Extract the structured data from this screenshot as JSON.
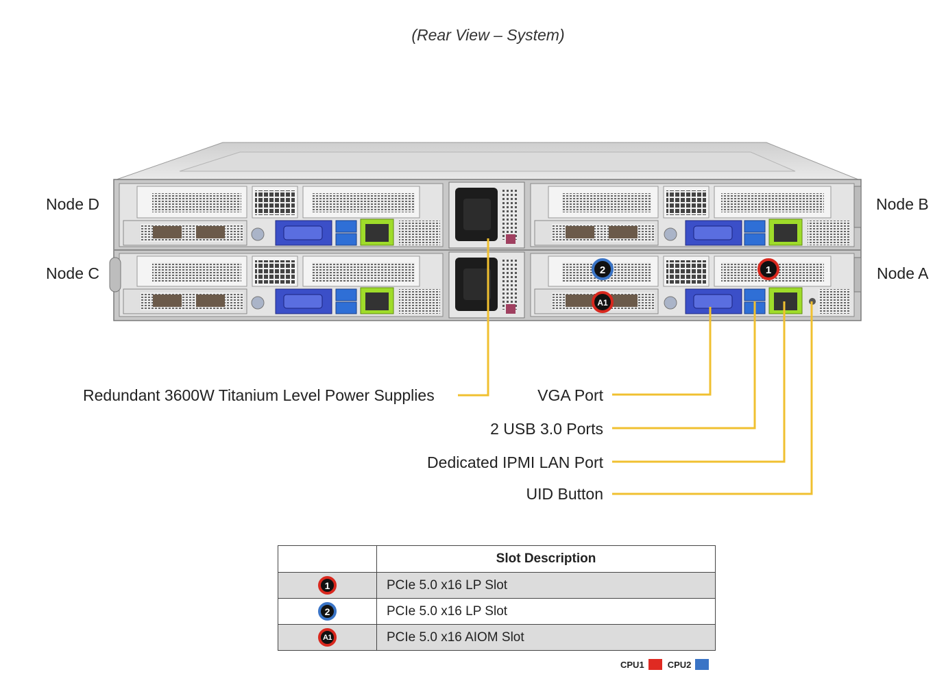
{
  "view_title": "(Rear View – System)",
  "nodes": {
    "d": "Node D",
    "b": "Node B",
    "c": "Node C",
    "a": "Node A"
  },
  "callouts": {
    "power": "Redundant 3600W Titanium Level Power Supplies",
    "vga": "VGA Port",
    "usb": "2 USB 3.0 Ports",
    "ipmi": "Dedicated IPMI LAN Port",
    "uid": "UID Button"
  },
  "slot_markers": {
    "slot1": "1",
    "slot2": "2",
    "aiom": "A1"
  },
  "slot_table": {
    "header": "Slot Description",
    "rows": [
      {
        "badge": "1",
        "cpu": "CPU1",
        "description": "PCIe 5.0 x16 LP Slot"
      },
      {
        "badge": "2",
        "cpu": "CPU2",
        "description": "PCIe 5.0 x16 LP Slot"
      },
      {
        "badge": "A1",
        "cpu": "CPU1",
        "description": "PCIe 5.0 x16 AIOM Slot"
      }
    ]
  },
  "legend": {
    "cpu1_label": "CPU1",
    "cpu1_color": "#e02a22",
    "cpu2_label": "CPU2",
    "cpu2_color": "#3a74c6"
  },
  "colors": {
    "callout_line": "#f0c030",
    "vga_port": "#3b4fc8",
    "usb_port": "#2f6fd6",
    "lan_port": "#9fdc2a",
    "chassis": "#d9d9d9"
  }
}
